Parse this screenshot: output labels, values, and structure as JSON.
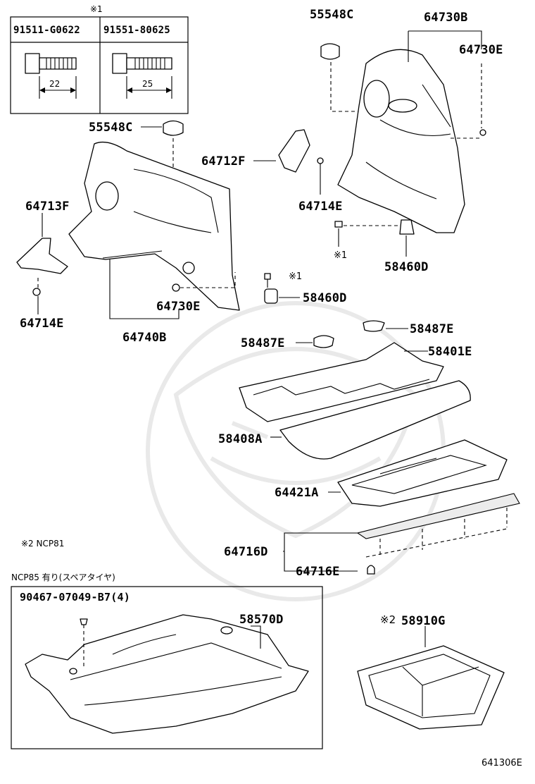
{
  "bolt_table": {
    "note_mark": "※1",
    "bolts": [
      {
        "part_no": "91511-G0622",
        "length": "22"
      },
      {
        "part_no": "91551-80625",
        "length": "25"
      }
    ]
  },
  "labels": {
    "p55548c_top": "55548C",
    "p64730b": "64730B",
    "p64730e_top": "64730E",
    "p55548c_left": "55548C",
    "p64712f": "64712F",
    "p64714e_mid": "64714E",
    "p64713f": "64713F",
    "p64714e_left": "64714E",
    "p64730e_mid": "64730E",
    "p64740b": "64740B",
    "p58460d_mid": "58460D",
    "p58460d_right": "58460D",
    "note1_mid": "※1",
    "note1_right": "※1",
    "p58487e_left": "58487E",
    "p58487e_right": "58487E",
    "p58401e": "58401E",
    "p58408a": "58408A",
    "p64421a": "64421A",
    "p64716d": "64716D",
    "p64716e": "64716E",
    "p58570d": "58570D",
    "p58910g": "58910G",
    "note2_mark": "※2",
    "p90467": "90467-07049-B7(4)"
  },
  "notes": {
    "ncp81": "※2 NCP81",
    "ncp85": "NCP85 有り(スペアタイヤ)"
  },
  "footer": {
    "diagram_code": "641306E"
  }
}
